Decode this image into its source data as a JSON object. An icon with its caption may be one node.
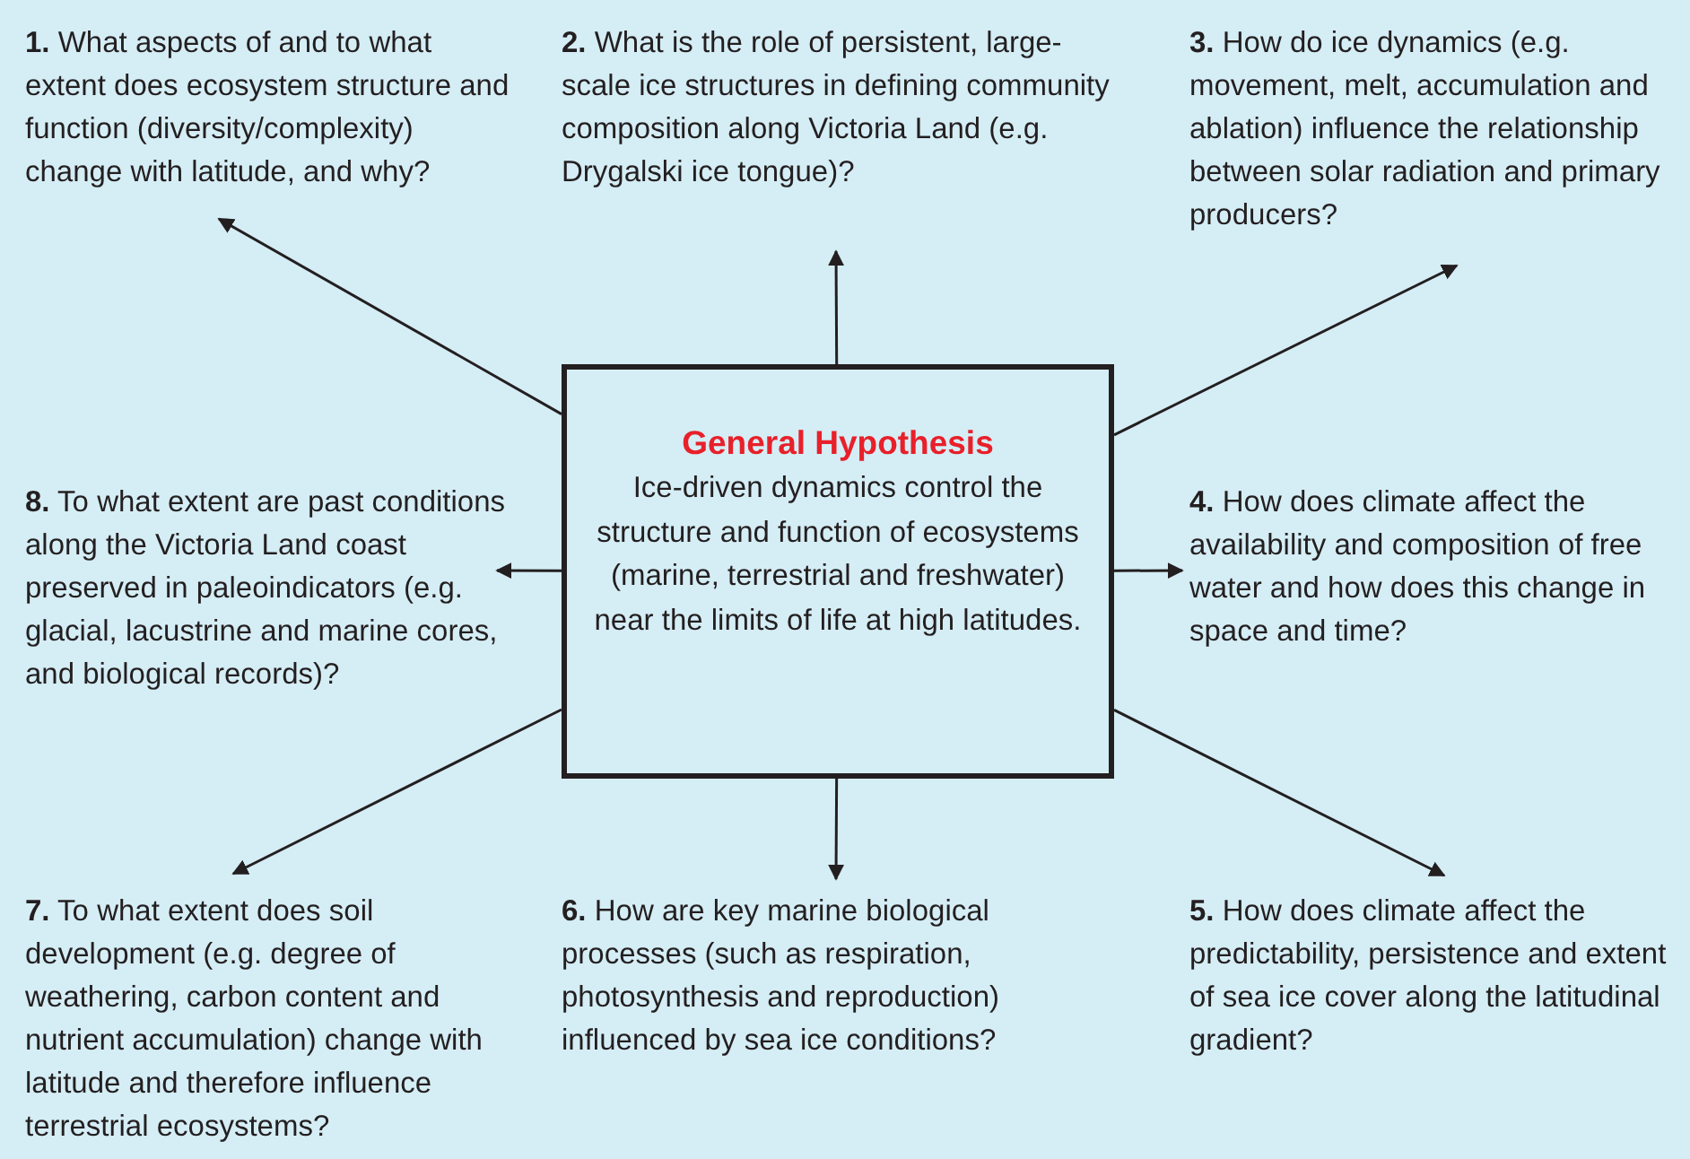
{
  "diagram": {
    "nodes": [
      {
        "text": [
          "**1.** What aspects of and to what extent does ecosystem structure and function (diversity/complexity) change with latitude, and why?"
        ]
      },
      {
        "text": [
          "**2.** What is the role of persistent, large-scale ice structures in defining community composition along Victoria Land (e.g. Drygalski ice tongue)?"
        ]
      },
      {
        "text": [
          "**3.** How do ice dynamics (e.g. movement, melt, accumulation and ablation) influence the relationship between solar radiation and primary producers?"
        ]
      },
      {
        "text": [
          "**8.** To what extent are past conditions along the Victoria Land coast preserved in paleoindicators (e.g. glacial, lacustrine and marine cores, and biological records)?"
        ]
      },
      {
        "text": [
          "General Hypothesis",
          "Ice-driven dynamics control the structure and function of ecosystems (marine, terrestrial and freshwater) near the limits of life at high latitudes."
        ]
      },
      {
        "text": [
          "**4.** How does climate affect the availability and composition of free water and how does this change in space and time?"
        ]
      },
      {
        "text": [
          "**7.** To what extent does soil development (e.g. degree of weathering, carbon content and nutrient accumulation) change with latitude and therefore influence terrestrial ecosystems?"
        ]
      },
      {
        "text": [
          "**6.** How are key marine biological processes (such as respiration, photosynthesis and reproduction) influenced by sea ice conditions?"
        ]
      },
      {
        "text": [
          "**5.** How does climate affect the predictability, persistence and extent of sea ice cover along the latitudinal gradient?"
        ]
      }
    ],
    "edges": [
      {
        "from": 4,
        "to": 0,
        "arrow": "to"
      },
      {
        "from": 4,
        "to": 1,
        "arrow": "to"
      },
      {
        "from": 4,
        "to": 2,
        "arrow": "to"
      },
      {
        "from": 4,
        "to": 5,
        "arrow": "to"
      },
      {
        "from": 4,
        "to": 8,
        "arrow": "to"
      },
      {
        "from": 4,
        "to": 7,
        "arrow": "to"
      },
      {
        "from": 4,
        "to": 6,
        "arrow": "to"
      },
      {
        "from": 4,
        "to": 3,
        "arrow": "to"
      }
    ]
  }
}
